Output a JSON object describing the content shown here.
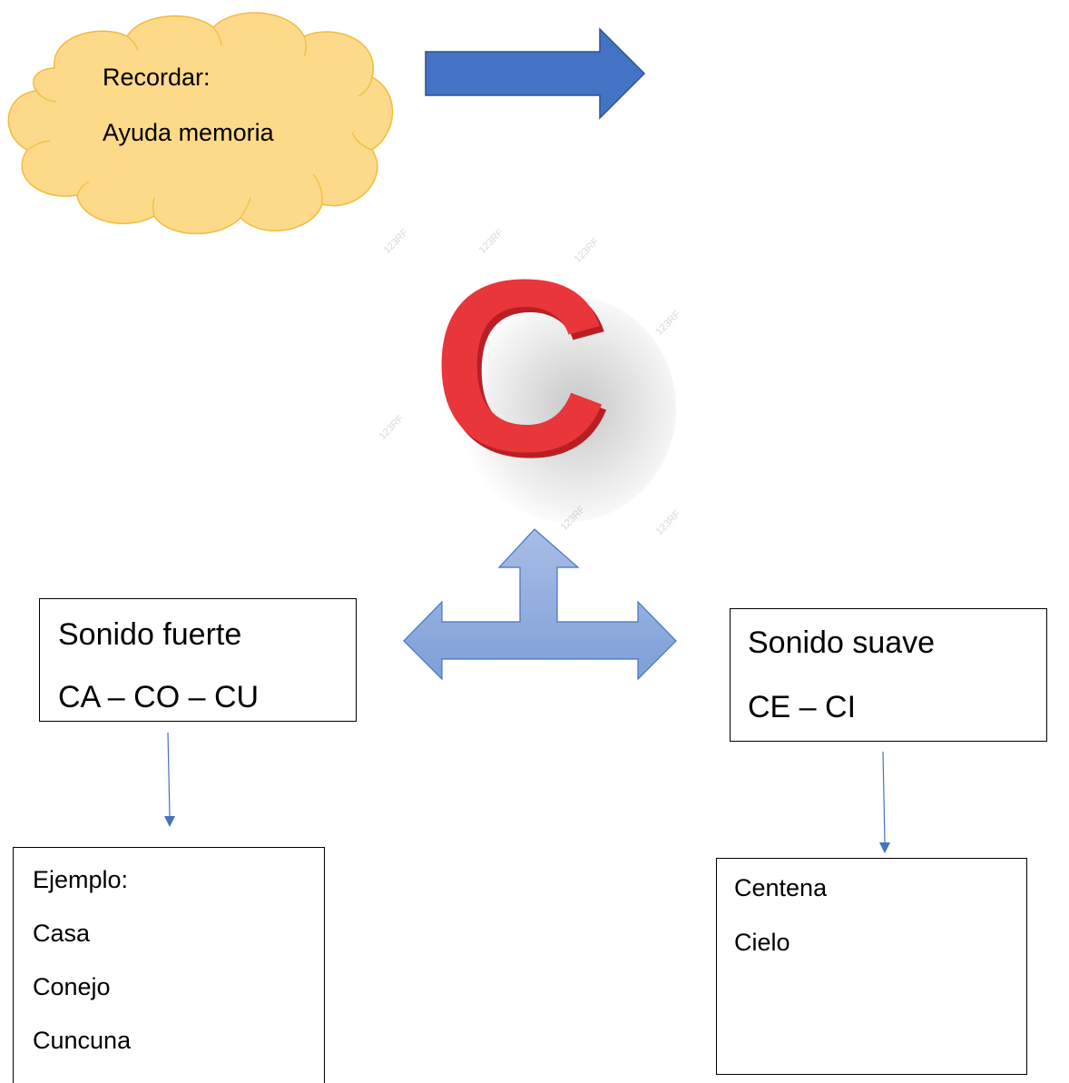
{
  "cloud": {
    "line1": "Recordar:",
    "line2": "Ayuda memoria"
  },
  "letter": {
    "glyph": "C",
    "color": "#e8363a",
    "watermark": "123RF"
  },
  "strong_sound_box": {
    "title": "Sonido fuerte",
    "syllables": "CA – CO – CU"
  },
  "soft_sound_box": {
    "title": "Sonido suave",
    "syllables": "CE – CI"
  },
  "strong_examples_box": {
    "label": "Ejemplo:",
    "words": [
      "Casa",
      "Conejo",
      "Cuncuna"
    ]
  },
  "soft_examples_box": {
    "words": [
      "Centena",
      "Cielo"
    ]
  },
  "colors": {
    "cloud_fill": "#fdd98a",
    "cloud_stroke": "#f2bb3c",
    "right_arrow": "#4472c4",
    "three_way_arrow": "#8faadc",
    "connector": "#4472c4"
  }
}
